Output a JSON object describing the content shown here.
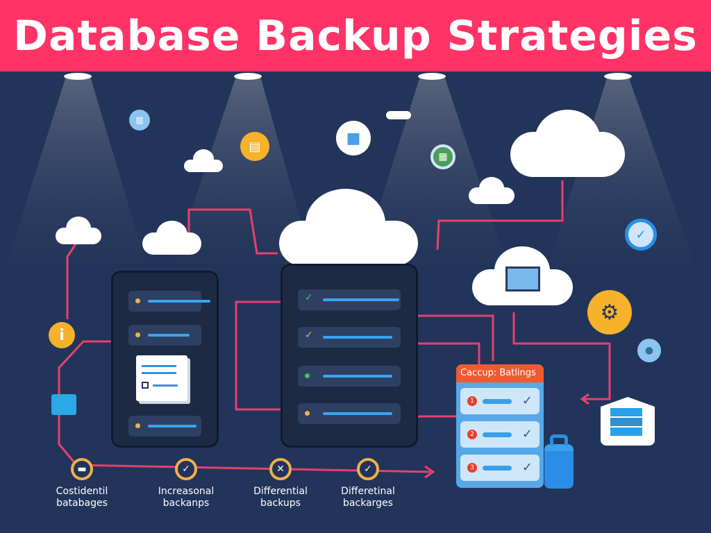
{
  "title": "Database Backup Strategies",
  "card": {
    "title": "Caccup: Batlings",
    "items": [
      {
        "num": "1",
        "check": "✓"
      },
      {
        "num": "2",
        "check": "✓"
      },
      {
        "num": "3",
        "check": "✓"
      }
    ]
  },
  "timeline": [
    {
      "icon": "database-icon",
      "glyph": "▬",
      "line1": "Costidentil",
      "line2": "batabages"
    },
    {
      "icon": "check-icon",
      "glyph": "✓",
      "line1": "Increasonal",
      "line2": "backanps"
    },
    {
      "icon": "close-icon",
      "glyph": "✕",
      "line1": "Differential",
      "line2": "backups"
    },
    {
      "icon": "check-icon",
      "glyph": "✓",
      "line1": "Differetinal",
      "line2": "backarges"
    }
  ],
  "colors": {
    "header": "#ff3366",
    "background": "#22345a",
    "connector": "#e8406e",
    "accent": "#f2b04a"
  }
}
